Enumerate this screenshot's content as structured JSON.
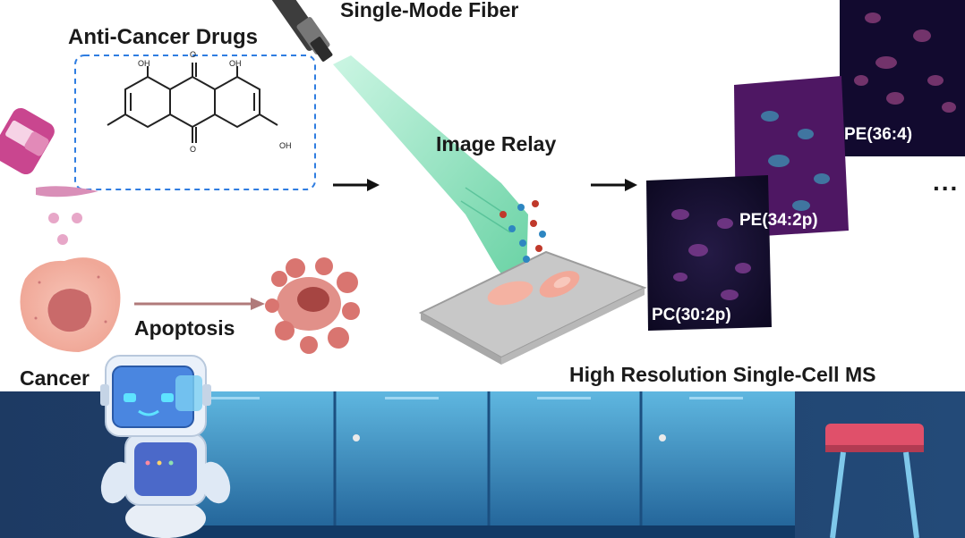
{
  "labels": {
    "fiber": "Single-Mode Fiber",
    "drugs": "Anti-Cancer Drugs",
    "relay": "Image Relay",
    "apoptosis": "Apoptosis",
    "cancer": "Cancer",
    "ms": "High Resolution Single-Cell MS",
    "ellipsis": "..."
  },
  "molecule": {
    "oh1": "OH",
    "oh2": "OH",
    "oh3": "OH",
    "o1": "O",
    "o2": "O"
  },
  "panels": [
    {
      "label": "PC(30:2p)"
    },
    {
      "label": "PE(34:2p)"
    },
    {
      "label": "PE(36:4)"
    }
  ],
  "colors": {
    "beam": "#8fe3bf",
    "cell": "#f2b6a8",
    "panel_dark": "#150f2e",
    "panel_purple": "#5a1a6e",
    "lab_floor": "#1d3a63"
  }
}
